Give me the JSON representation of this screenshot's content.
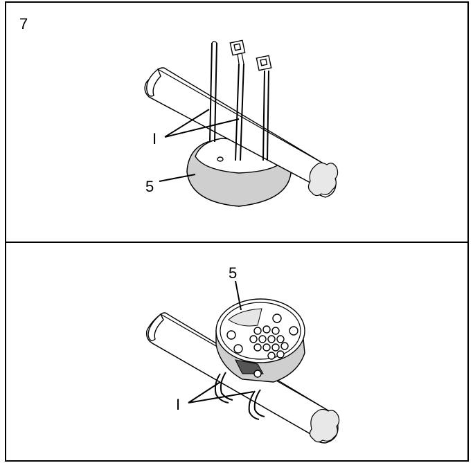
{
  "step_number": "7",
  "panel_top": {
    "part_label": "5",
    "tie_label": "I"
  },
  "panel_bottom": {
    "part_label": "5",
    "tie_label": "I"
  }
}
